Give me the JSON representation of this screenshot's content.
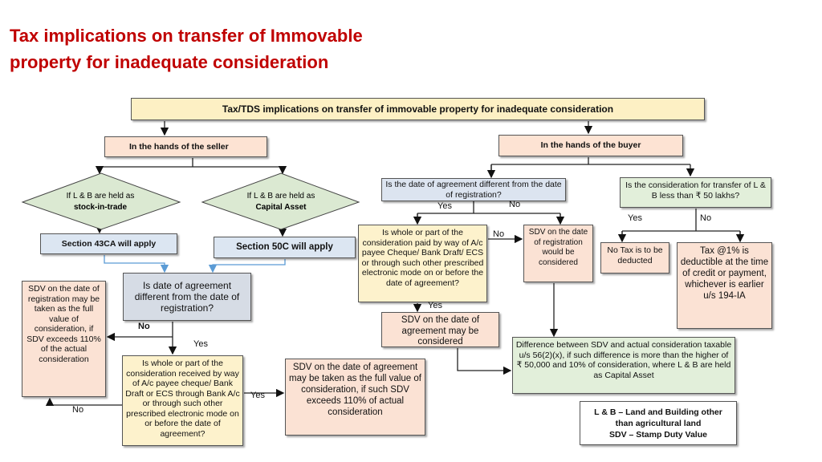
{
  "slide_title": [
    "Tax implications on transfer of Immovable",
    "property for inadequate consideration"
  ],
  "header": "Tax/TDS implications on transfer of immovable property for inadequate consideration",
  "seller": {
    "title": "In the hands of the seller",
    "diamond_left": [
      "If L & B are held as",
      "stock-in-trade"
    ],
    "diamond_right": [
      "If L & B are held as",
      "Capital Asset"
    ],
    "sec43ca": "Section 43CA will apply",
    "sec50c": "Section 50C will apply",
    "q_date": "Is date of agreement different from the date of registration?",
    "sdv_reg": "SDV on the date of registration may be taken as the full value of consideration, if SDV exceeds 110% of the actual consideration",
    "q_payment": "Is whole or part of the consideration received by way of A/c payee cheque/ Bank Draft or ECS through Bank A/c or through such other prescribed electronic mode on or before the date of agreement?",
    "sdv_agr": "SDV on the date of agreement may be taken as the full value of consideration, if such SDV exceeds 110% of actual consideration",
    "no1": "No",
    "yes1": "Yes",
    "yes2": "Yes",
    "no2": "No"
  },
  "buyer": {
    "title": "In the hands of the buyer",
    "q_date": "Is the date of agreement different from the date of registration?",
    "q_payment": "Is whole or part of the consideration paid by way of A/c payee Cheque/ Bank Draft/ ECS or through such other prescribed electronic mode on or before the date of agreement?",
    "sdv_reg": "SDV on the date of registration would be considered",
    "sdv_agr": "SDV on the date of agreement may be considered",
    "difference": "Difference between SDV and actual consideration taxable u/s 56(2)(x), if such difference is more than the higher of ₹ 50,000 and 10% of consideration, where L & B are held as Capital Asset",
    "q_50l": "Is the consideration for transfer  of L & B less than ₹ 50 lakhs?",
    "no_tax": "No Tax is to be deducted",
    "tax1": "Tax @1% is deductible at the time of credit or payment, whichever is earlier u/s 194-IA",
    "yes1": "Yes",
    "no1": "No",
    "no2": "No",
    "yes2": "Yes",
    "yes3": "Yes",
    "no3": "No"
  },
  "legend": [
    "L & B – Land and Building other than agricultural land",
    "SDV – Stamp Duty Value"
  ]
}
